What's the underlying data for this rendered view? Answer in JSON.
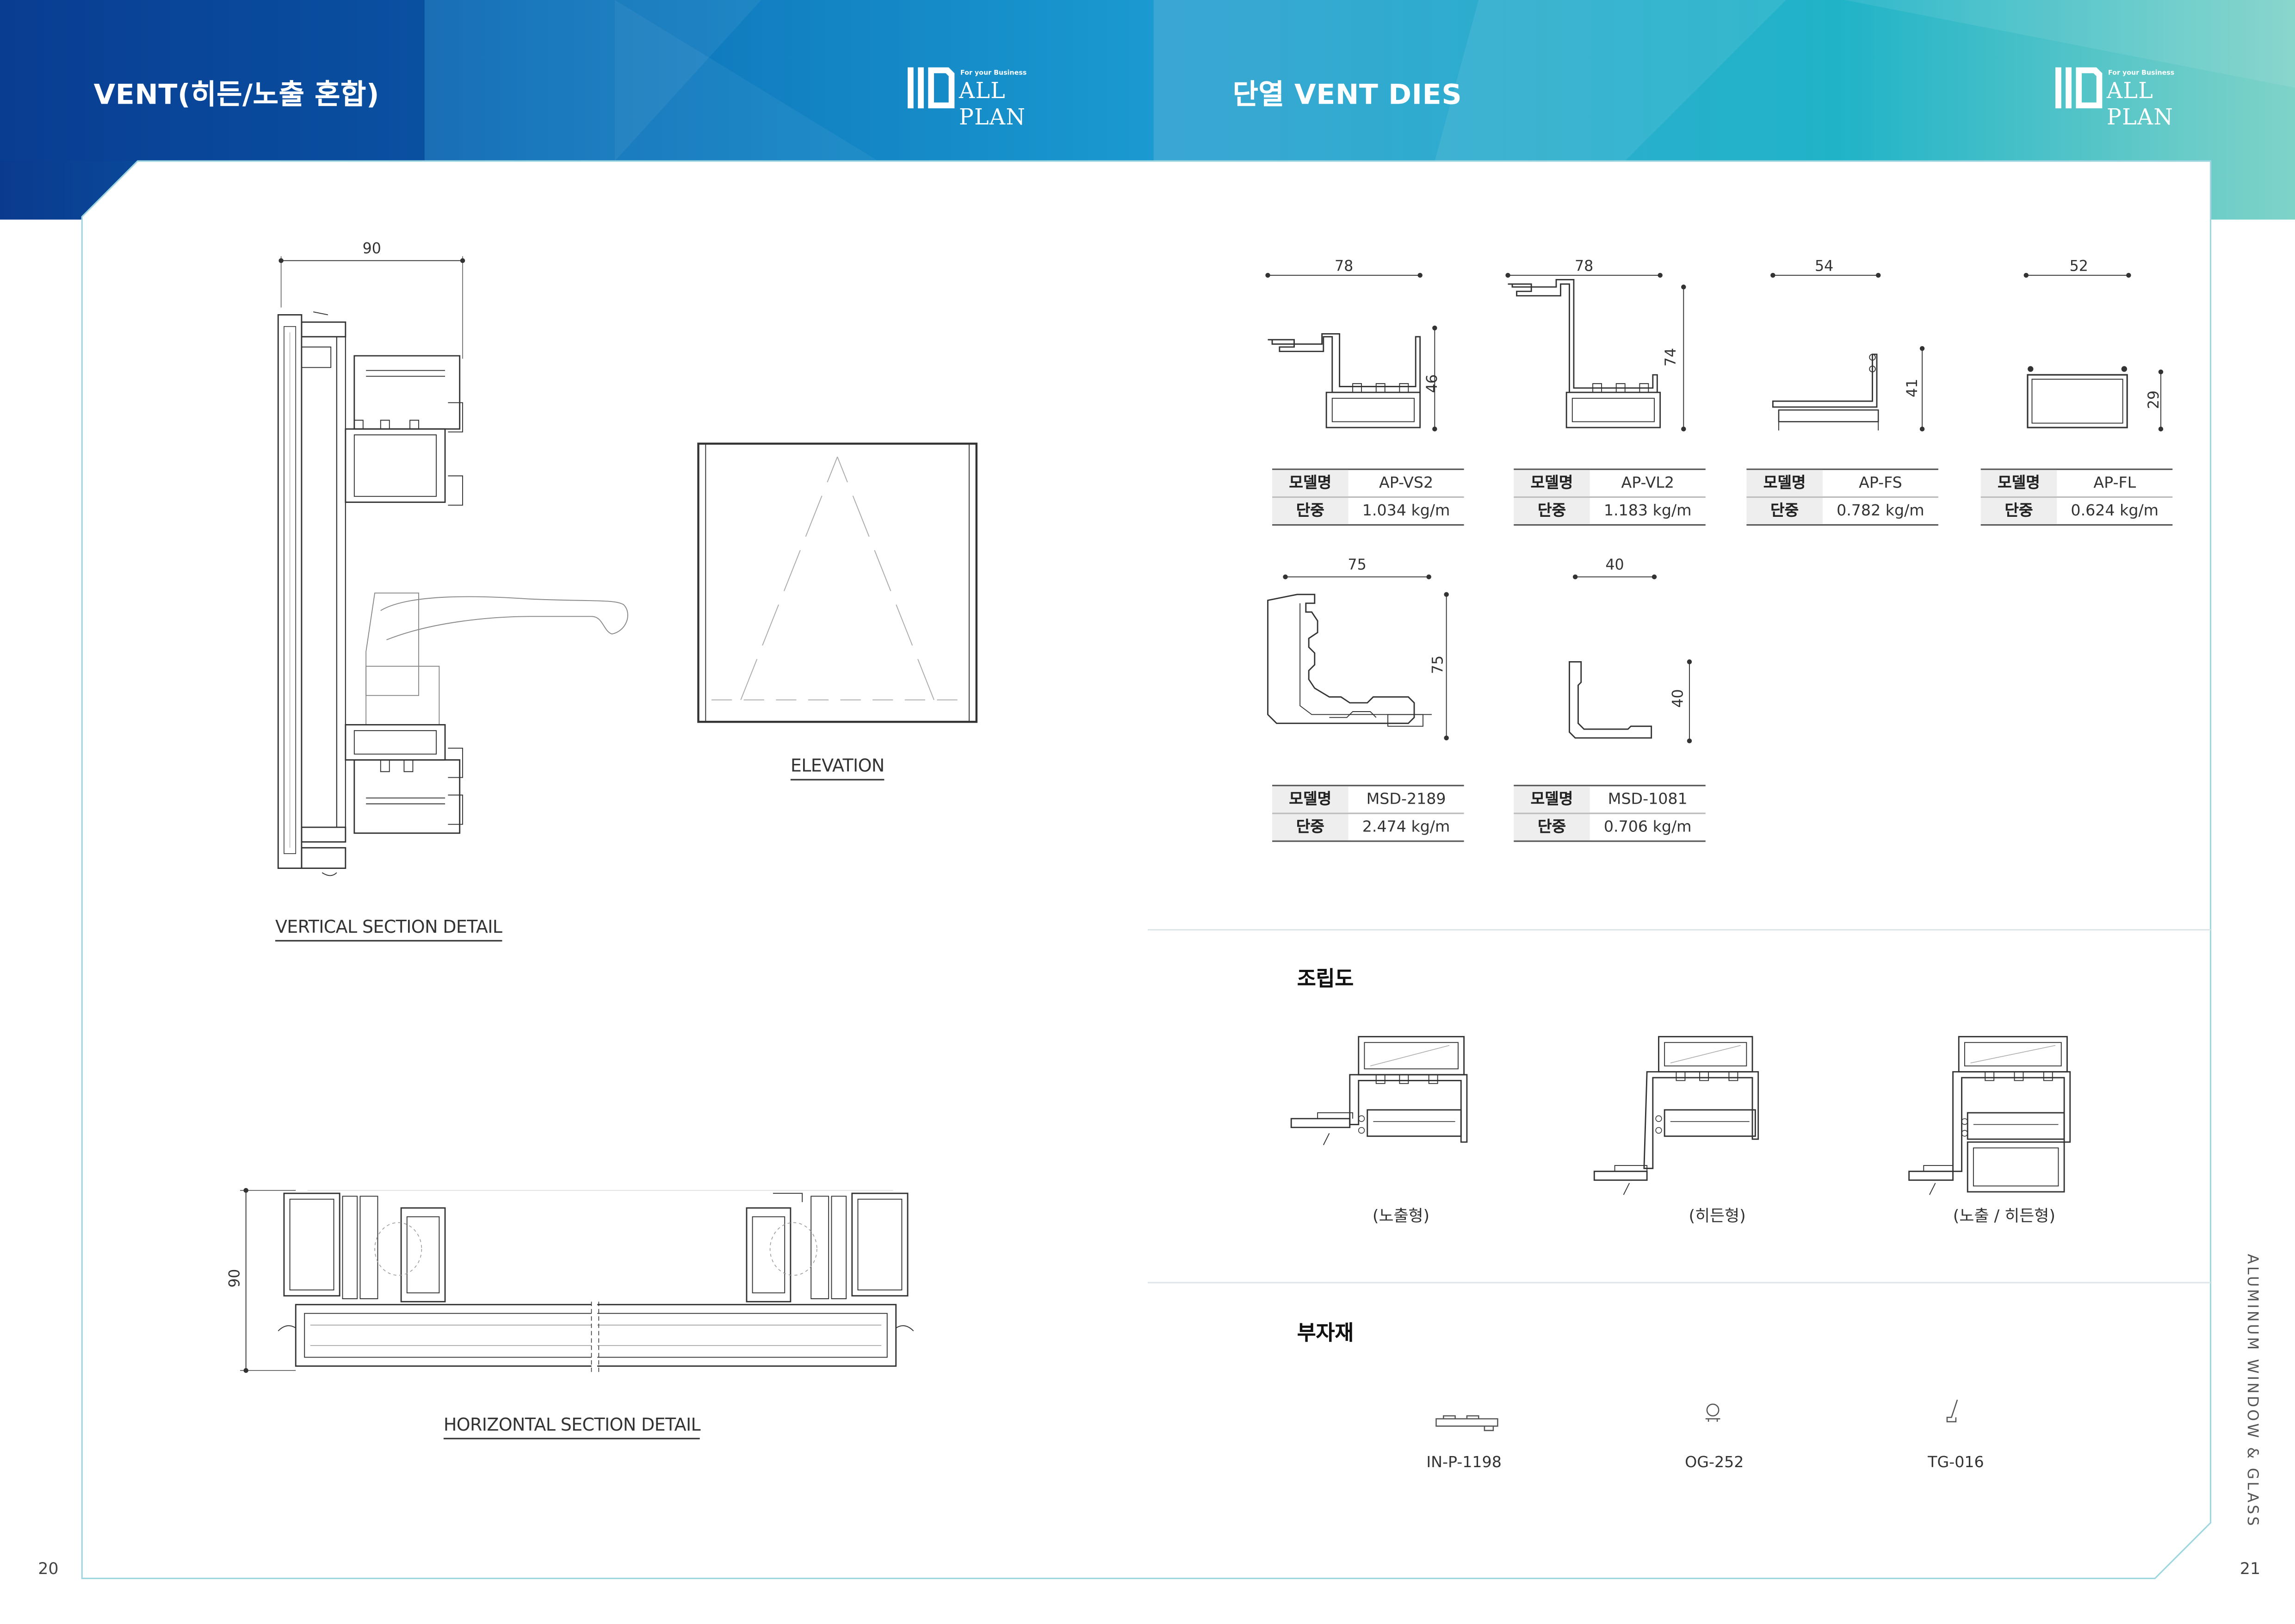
{
  "left_page": {
    "title": "VENT(히든/노출 혼합)",
    "logo": {
      "tagline": "For your Business",
      "brand": "ALL PLAN"
    },
    "vertical_section": {
      "dim_width": "90",
      "caption": "VERTICAL SECTION DETAIL"
    },
    "elevation": {
      "caption": "ELEVATION"
    },
    "horizontal_section": {
      "dim_height": "90",
      "caption": "HORIZONTAL SECTION DETAIL"
    },
    "page_number": "20"
  },
  "right_page": {
    "title": "단열 VENT DIES",
    "logo": {
      "tagline": "For your Business",
      "brand": "ALL PLAN"
    },
    "spec_labels": {
      "model": "모델명",
      "weight": "단중"
    },
    "profiles": [
      {
        "model": "AP-VS2",
        "weight": "1.034 kg/m",
        "width": "78",
        "height": "46"
      },
      {
        "model": "AP-VL2",
        "weight": "1.183 kg/m",
        "width": "78",
        "height": "74"
      },
      {
        "model": "AP-FS",
        "weight": "0.782 kg/m",
        "width": "54",
        "height": "41"
      },
      {
        "model": "AP-FL",
        "weight": "0.624 kg/m",
        "width": "52",
        "height": "29"
      },
      {
        "model": "MSD-2189",
        "weight": "2.474 kg/m",
        "width": "75",
        "height": "75"
      },
      {
        "model": "MSD-1081",
        "weight": "0.706 kg/m",
        "width": "40",
        "height": "40"
      }
    ],
    "assembly": {
      "title": "조립도",
      "items": [
        "(노출형)",
        "(히든형)",
        "(노출 / 히든형)"
      ]
    },
    "accessories": {
      "title": "부자재",
      "items": [
        "IN-P-1198",
        "OG-252",
        "TG-016"
      ]
    },
    "side_text": "ALUMINUM WINDOW & GLASS",
    "page_number": "21"
  },
  "colors": {
    "header_left_dark": "#0a3a8e",
    "header_left_light": "#1a9ad0",
    "header_right_light": "#7fd3c8",
    "panel_border": "#9fd6e0",
    "drawing_line": "#333333"
  }
}
